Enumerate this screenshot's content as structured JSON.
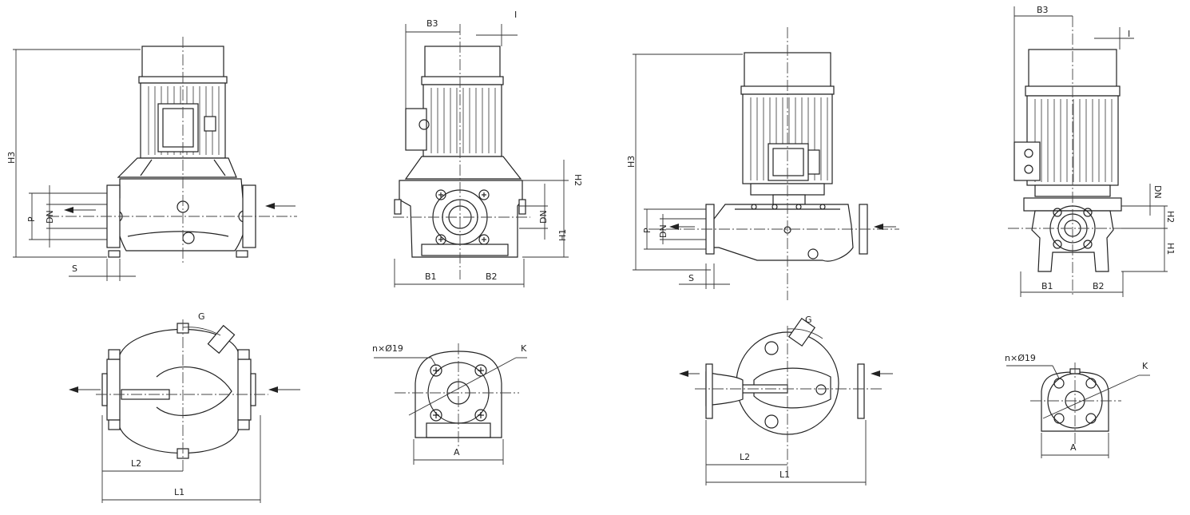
{
  "labels": {
    "H3": "H3",
    "P": "P",
    "DN": "DN",
    "S": "S",
    "B1": "B1",
    "B2": "B2",
    "B3": "B3",
    "I": "I",
    "H1": "H1",
    "H2": "H2",
    "G": "G",
    "K": "K",
    "A": "A",
    "L1": "L1",
    "L2": "L2",
    "holes": "n×Ø19"
  },
  "colors": {
    "line": "#222222",
    "background": "#ffffff"
  }
}
